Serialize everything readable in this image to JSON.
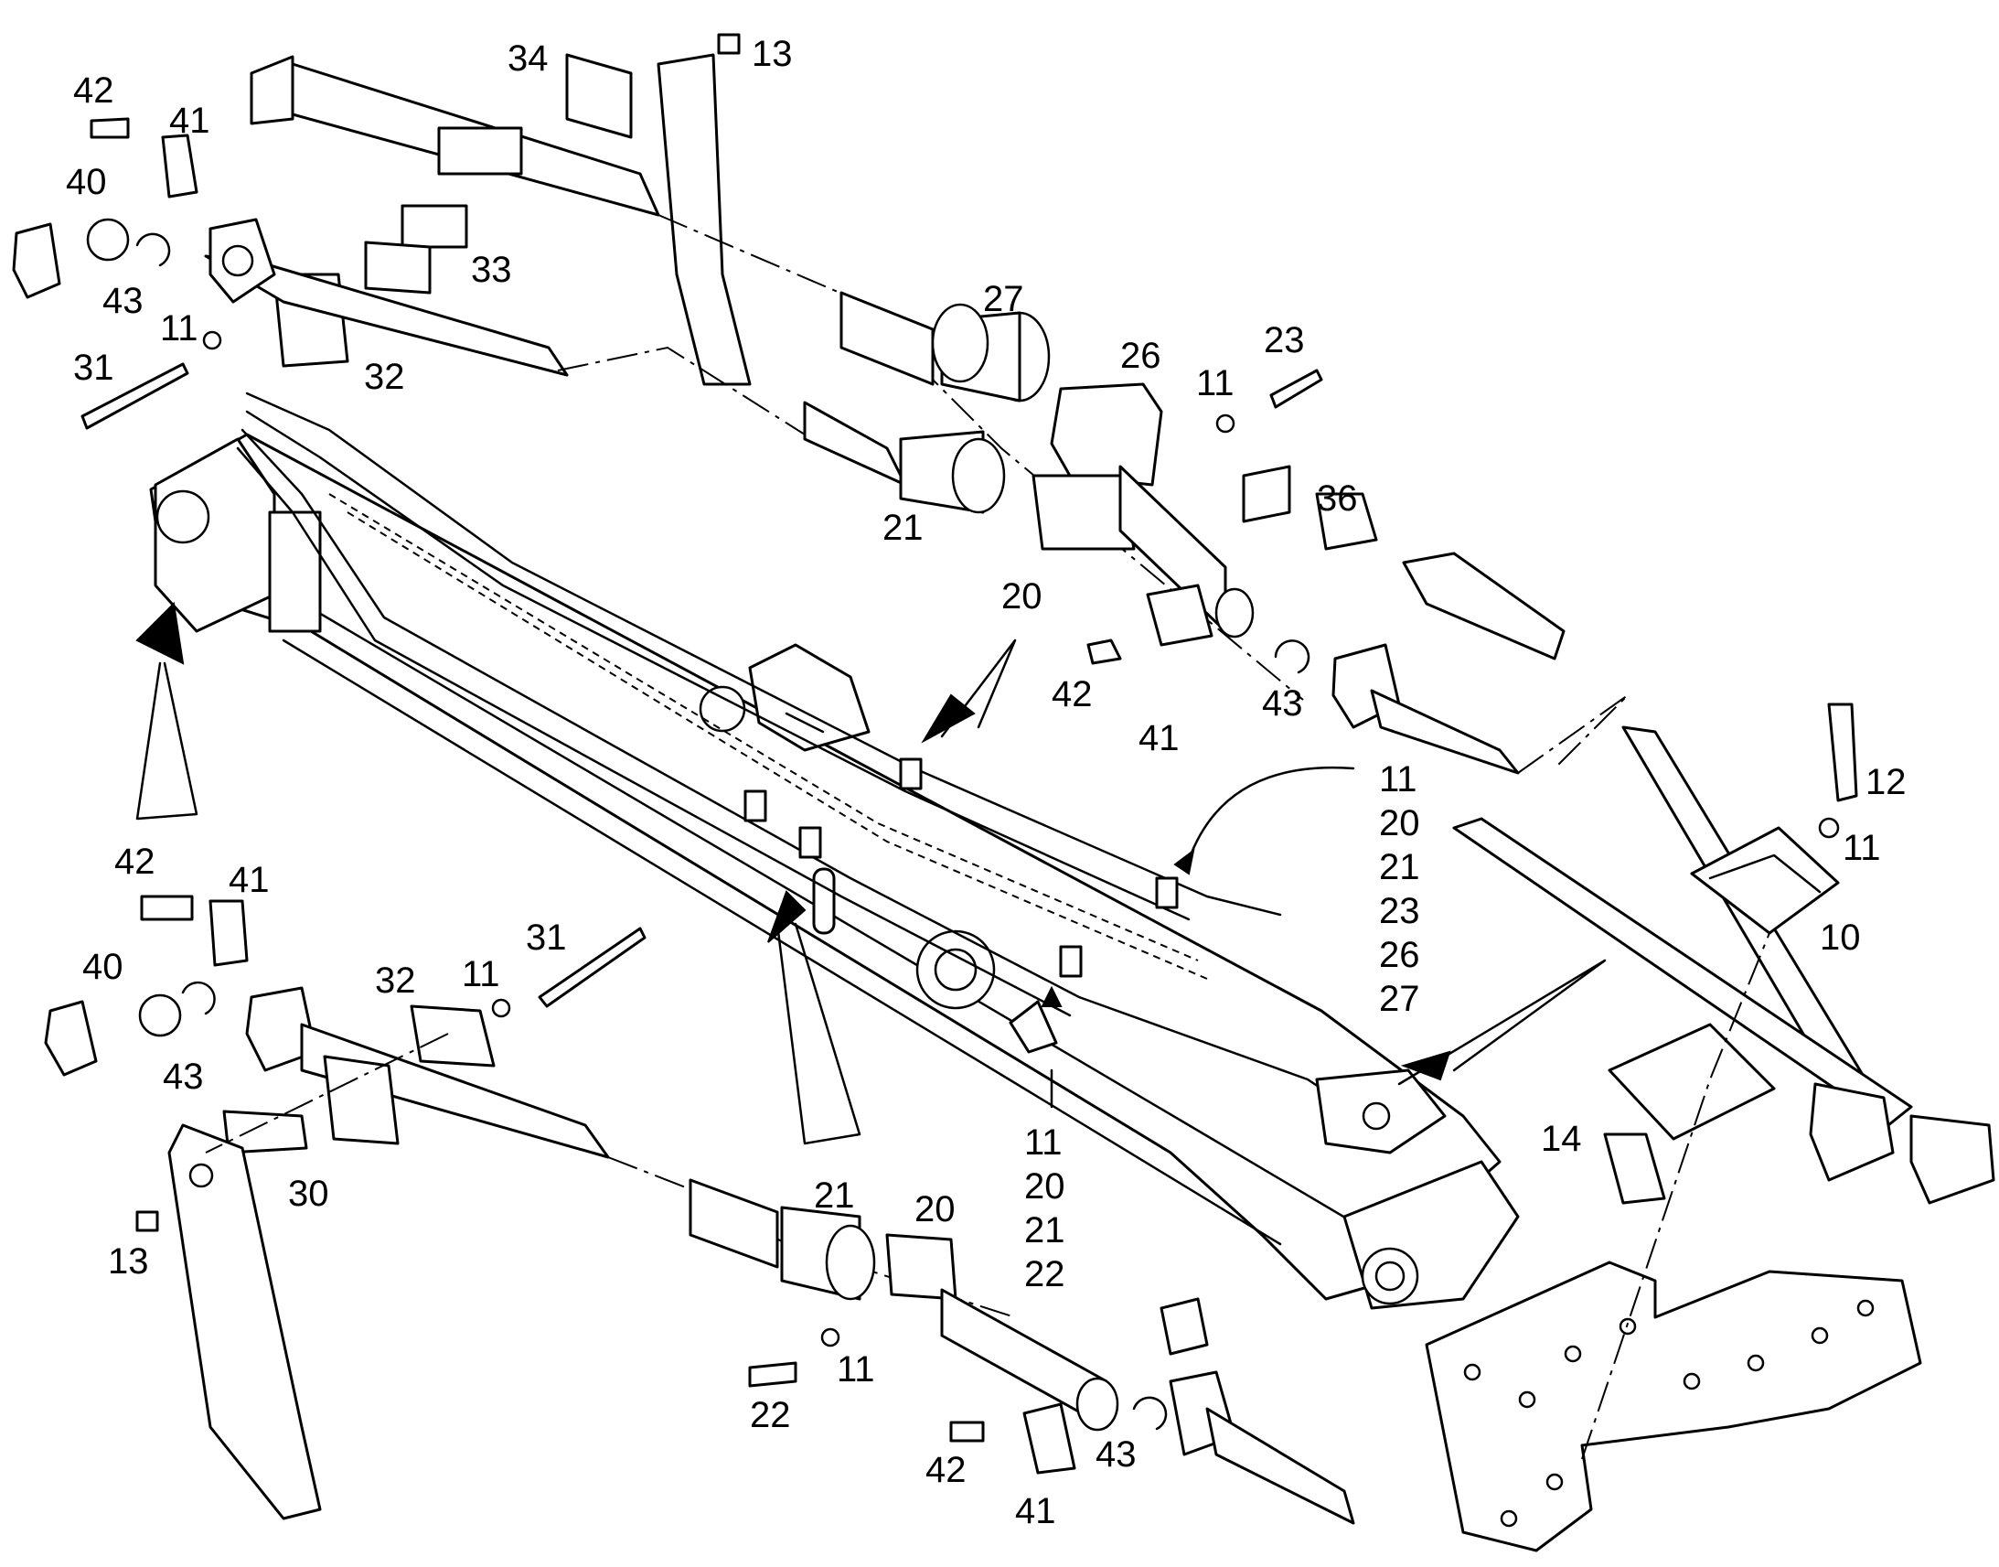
{
  "diagram": {
    "callouts": [
      {
        "id": "c34",
        "text": "34"
      },
      {
        "id": "c13a",
        "text": "13"
      },
      {
        "id": "c42a",
        "text": "42"
      },
      {
        "id": "c41a",
        "text": "41"
      },
      {
        "id": "c40a",
        "text": "40"
      },
      {
        "id": "c43a",
        "text": "43"
      },
      {
        "id": "c33",
        "text": "33"
      },
      {
        "id": "c11a",
        "text": "11"
      },
      {
        "id": "c31a",
        "text": "31"
      },
      {
        "id": "c32a",
        "text": "32"
      },
      {
        "id": "c27",
        "text": "27"
      },
      {
        "id": "c26",
        "text": "26"
      },
      {
        "id": "c11b",
        "text": "11"
      },
      {
        "id": "c23",
        "text": "23"
      },
      {
        "id": "c21a",
        "text": "21"
      },
      {
        "id": "c36",
        "text": "36"
      },
      {
        "id": "c20a",
        "text": "20"
      },
      {
        "id": "c42b",
        "text": "42"
      },
      {
        "id": "c41b",
        "text": "41"
      },
      {
        "id": "c43b",
        "text": "43"
      },
      {
        "id": "c12",
        "text": "12"
      },
      {
        "id": "c11c",
        "text": "11"
      },
      {
        "id": "c10",
        "text": "10"
      },
      {
        "id": "c42c",
        "text": "42"
      },
      {
        "id": "c41c",
        "text": "41"
      },
      {
        "id": "c31b",
        "text": "31"
      },
      {
        "id": "c40b",
        "text": "40"
      },
      {
        "id": "c32b",
        "text": "32"
      },
      {
        "id": "c11d",
        "text": "11"
      },
      {
        "id": "c43c",
        "text": "43"
      },
      {
        "id": "c30",
        "text": "30"
      },
      {
        "id": "c13b",
        "text": "13"
      },
      {
        "id": "c14",
        "text": "14"
      },
      {
        "id": "c21b",
        "text": "21"
      },
      {
        "id": "c20b",
        "text": "20"
      },
      {
        "id": "c11e",
        "text": "11"
      },
      {
        "id": "c22",
        "text": "22"
      },
      {
        "id": "c42d",
        "text": "42"
      },
      {
        "id": "c41d",
        "text": "41"
      },
      {
        "id": "c43d",
        "text": "43"
      }
    ],
    "callout_stacks": [
      {
        "id": "stack-right",
        "lines": [
          "11",
          "20",
          "21",
          "23",
          "26",
          "27"
        ]
      },
      {
        "id": "stack-center",
        "lines": [
          "11",
          "20",
          "21",
          "22"
        ]
      }
    ]
  }
}
